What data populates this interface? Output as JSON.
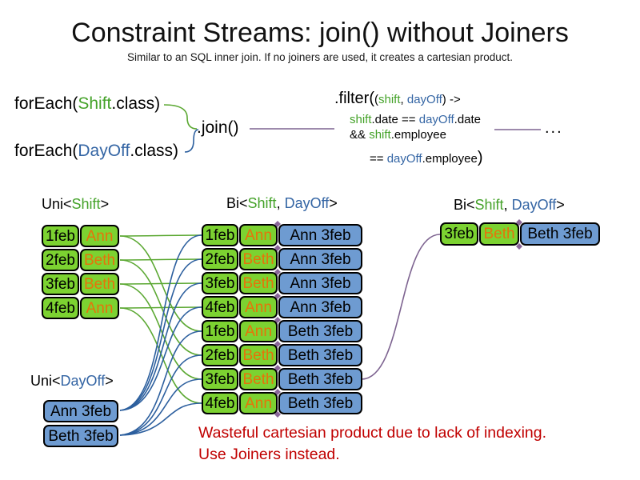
{
  "title": "Constraint Streams: join() without Joiners",
  "subtitle": "Similar to an SQL inner join. If no joiners are used, it creates a cartesian product.",
  "code": {
    "foreach_shift": {
      "pre": "forEach(",
      "cls": "Shift",
      "post": ".class)"
    },
    "foreach_dayoff": {
      "pre": "forEach(",
      "cls": "DayOff",
      "post": ".class)"
    },
    "join_label": ".join()",
    "ellipsis": "...",
    "filter": {
      "fn": ".filter(",
      "args_open": "(",
      "arg_shift": "shift",
      "args_sep": ", ",
      "arg_dayoff": "dayOff",
      "args_close": ") ->",
      "l2_shift": "shift",
      "l2_mid": ".date == ",
      "l2_dayoff": "dayOff",
      "l2_end": ".date",
      "l3_and": "&& ",
      "l3_shift": "shift",
      "l3_end": ".employee",
      "l4_eq": "== ",
      "l4_dayoff": "dayOff",
      "l4_end": ".employee",
      "l4_close": ")"
    }
  },
  "uni_shift": {
    "header": {
      "pre": "Uni<",
      "type": "Shift",
      "post": ">"
    },
    "rows": [
      {
        "date": "1feb",
        "name": "Ann"
      },
      {
        "date": "2feb",
        "name": "Beth"
      },
      {
        "date": "3feb",
        "name": "Beth"
      },
      {
        "date": "4feb",
        "name": "Ann"
      }
    ]
  },
  "uni_dayoff": {
    "header": {
      "pre": "Uni<",
      "type": "DayOff",
      "post": ">"
    },
    "rows": [
      {
        "label": "Ann 3feb"
      },
      {
        "label": "Beth 3feb"
      }
    ]
  },
  "bi_main": {
    "header": {
      "pre": "Bi<",
      "t1": "Shift",
      "sep": ", ",
      "t2": "DayOff",
      "post": ">"
    },
    "rows": [
      {
        "date": "1feb",
        "name": "Ann",
        "dayoff": "Ann 3feb"
      },
      {
        "date": "2feb",
        "name": "Beth",
        "dayoff": "Ann 3feb"
      },
      {
        "date": "3feb",
        "name": "Beth",
        "dayoff": "Ann 3feb"
      },
      {
        "date": "4feb",
        "name": "Ann",
        "dayoff": "Ann 3feb"
      },
      {
        "date": "1feb",
        "name": "Ann",
        "dayoff": "Beth 3feb"
      },
      {
        "date": "2feb",
        "name": "Beth",
        "dayoff": "Beth 3feb"
      },
      {
        "date": "3feb",
        "name": "Beth",
        "dayoff": "Beth 3feb"
      },
      {
        "date": "4feb",
        "name": "Ann",
        "dayoff": "Beth 3feb"
      }
    ]
  },
  "bi_result": {
    "header": {
      "pre": "Bi<",
      "t1": "Shift",
      "sep": ", ",
      "t2": "DayOff",
      "post": ">"
    },
    "rows": [
      {
        "date": "3feb",
        "name": "Beth",
        "dayoff": "Beth 3feb"
      }
    ]
  },
  "note": {
    "line1": "Wasteful cartesian product due to lack of indexing.",
    "line2": "Use Joiners instead."
  },
  "colors": {
    "shift_green_text": "#44A229",
    "dayoff_blue_text": "#3465A4",
    "green_cell": "#7CD231",
    "blue_cell": "#6E9BD1",
    "name_orange": "#E6730A",
    "green_line": "#5BA832",
    "blue_line": "#2C5F9E",
    "purple_line": "#7D6390",
    "note_red": "#C00000"
  }
}
